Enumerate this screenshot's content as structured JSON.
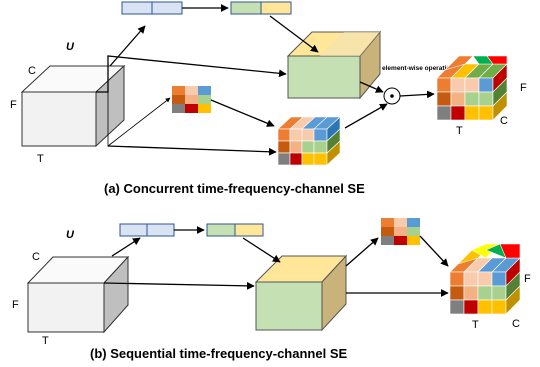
{
  "panel_a": {
    "caption": "(a) Concurrent time-frequency-channel SE",
    "input_label": "U",
    "axis_c": "C",
    "axis_f": "F",
    "axis_t": "T",
    "operation_label": "element-wise operation",
    "operator_symbol": "⊙",
    "output_f": "F",
    "output_t": "T",
    "output_c": "C"
  },
  "panel_b": {
    "caption": "(b) Sequential time-frequency-channel SE",
    "input_label": "U",
    "axis_c": "C",
    "axis_f": "F",
    "axis_t": "T",
    "output_f": "F",
    "output_t": "T",
    "output_c": "C"
  },
  "colors": {
    "grey_box": "#d9d9d9",
    "channel_bar": "#dae3f3",
    "freq_bar": "#c5e0b3",
    "time_bar": "#ffe699",
    "green_volume": "#c5e0b3",
    "yellow_face": "#ffe699",
    "olive_side": "#c9b37a",
    "cube_palette": [
      "#ed7d31",
      "#f8cbad",
      "#5b9bd5",
      "#a9d18e",
      "#ffc000",
      "#7f7f7f",
      "#c00000",
      "#70ad47",
      "#ffff00",
      "#ff0000"
    ]
  }
}
